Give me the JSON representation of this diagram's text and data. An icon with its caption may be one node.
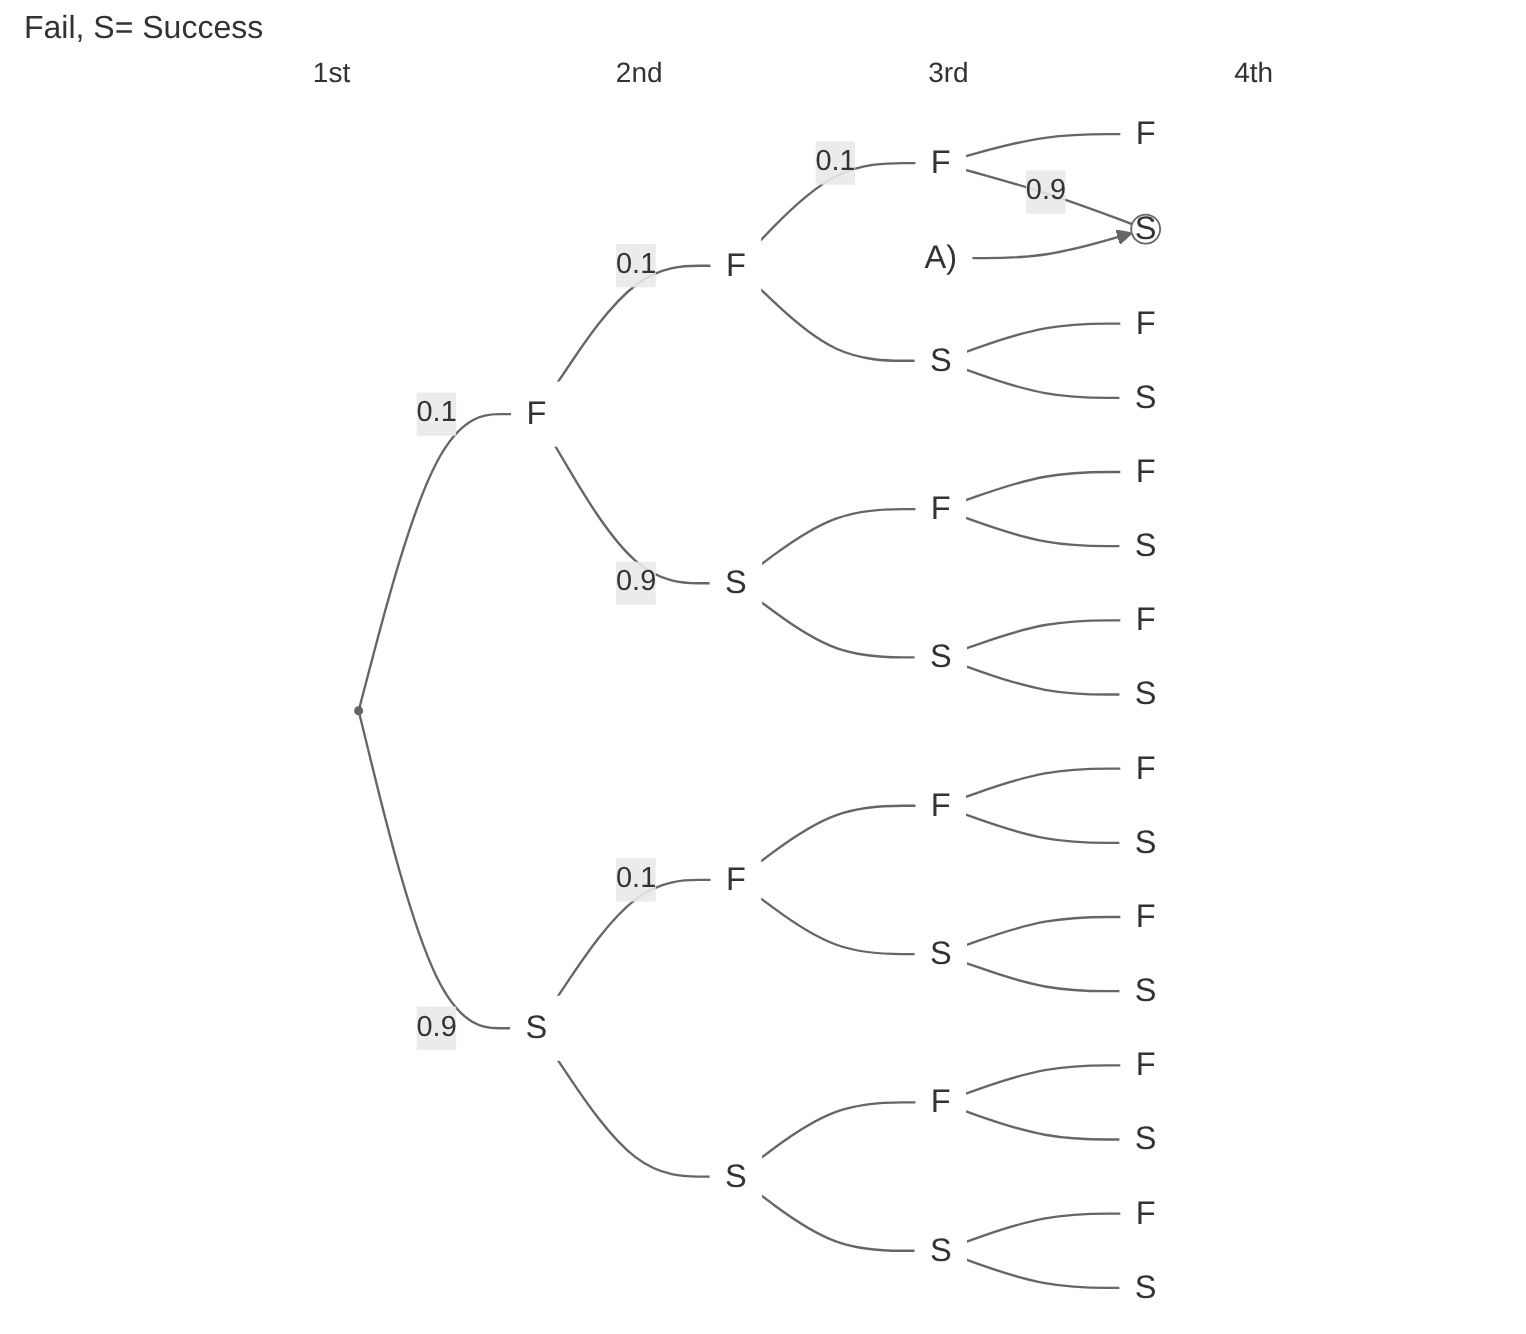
{
  "diagram": {
    "nodes": [
      {
        "text": [],
        "shape": "point"
      },
      {
        "text": [
          "F"
        ]
      },
      {
        "text": [
          "S"
        ]
      },
      {
        "text": [
          "F"
        ]
      },
      {
        "text": [
          "S"
        ]
      },
      {
        "text": [
          "F"
        ]
      },
      {
        "text": [
          "S"
        ]
      },
      {
        "text": [
          "F"
        ]
      },
      {
        "text": [
          "S"
        ]
      },
      {
        "text": [
          "F"
        ]
      },
      {
        "text": [
          "S"
        ]
      },
      {
        "text": [
          "F"
        ]
      },
      {
        "text": [
          "S"
        ]
      },
      {
        "text": [
          "F"
        ]
      },
      {
        "text": [
          "S"
        ]
      },
      {
        "text": [
          "F"
        ]
      },
      {
        "text": [
          "S"
        ]
      },
      {
        "text": [
          "F"
        ]
      },
      {
        "text": [
          "S"
        ]
      },
      {
        "text": [
          "F"
        ]
      },
      {
        "text": [
          "S"
        ]
      },
      {
        "text": [
          "F"
        ]
      },
      {
        "text": [
          "S"
        ]
      },
      {
        "text": [
          "F"
        ]
      },
      {
        "text": [
          "S"
        ]
      },
      {
        "text": [
          "F"
        ]
      },
      {
        "text": [
          "S"
        ]
      },
      {
        "text": [
          "F"
        ]
      },
      {
        "text": [
          "S"
        ]
      },
      {
        "text": [
          "F"
        ]
      },
      {
        "text": [
          "S"
        ]
      },
      {
        "text": [
          "A)"
        ]
      }
    ],
    "edges": [
      {
        "from": 0,
        "to": 1,
        "arrow": "none",
        "label": "0.1"
      },
      {
        "from": 0,
        "to": 2,
        "arrow": "none",
        "label": "0.9"
      },
      {
        "from": 1,
        "to": 3,
        "arrow": "none",
        "label": "0.1"
      },
      {
        "from": 1,
        "to": 4,
        "arrow": "none",
        "label": "0.9"
      },
      {
        "from": 2,
        "to": 5,
        "arrow": "none",
        "label": "0.1"
      },
      {
        "from": 2,
        "to": 6,
        "arrow": "none"
      },
      {
        "from": 3,
        "to": 7,
        "arrow": "none",
        "label": "0.1"
      },
      {
        "from": 3,
        "to": 8,
        "arrow": "none"
      },
      {
        "from": 4,
        "to": 9,
        "arrow": "none"
      },
      {
        "from": 4,
        "to": 10,
        "arrow": "none"
      },
      {
        "from": 5,
        "to": 11,
        "arrow": "none"
      },
      {
        "from": 5,
        "to": 12,
        "arrow": "none"
      },
      {
        "from": 6,
        "to": 13,
        "arrow": "none"
      },
      {
        "from": 6,
        "to": 14,
        "arrow": "none"
      },
      {
        "from": 7,
        "to": 15,
        "arrow": "none"
      },
      {
        "from": 7,
        "to": 16,
        "arrow": "none",
        "label": "0.9"
      },
      {
        "from": 8,
        "to": 17,
        "arrow": "none"
      },
      {
        "from": 8,
        "to": 18,
        "arrow": "none"
      },
      {
        "from": 9,
        "to": 19,
        "arrow": "none"
      },
      {
        "from": 9,
        "to": 20,
        "arrow": "none"
      },
      {
        "from": 10,
        "to": 21,
        "arrow": "none"
      },
      {
        "from": 10,
        "to": 22,
        "arrow": "none"
      },
      {
        "from": 11,
        "to": 23,
        "arrow": "none"
      },
      {
        "from": 11,
        "to": 24,
        "arrow": "none"
      },
      {
        "from": 12,
        "to": 25,
        "arrow": "none"
      },
      {
        "from": 12,
        "to": 26,
        "arrow": "none"
      },
      {
        "from": 13,
        "to": 27,
        "arrow": "none"
      },
      {
        "from": 13,
        "to": 28,
        "arrow": "none"
      },
      {
        "from": 14,
        "to": 29,
        "arrow": "none"
      },
      {
        "from": 14,
        "to": 30,
        "arrow": "none"
      },
      {
        "from": 31,
        "to": 16,
        "arrow": "to"
      }
    ],
    "labels": [
      "Fail,  S= Success",
      "1st",
      "2nd",
      "3rd",
      "4th"
    ]
  }
}
